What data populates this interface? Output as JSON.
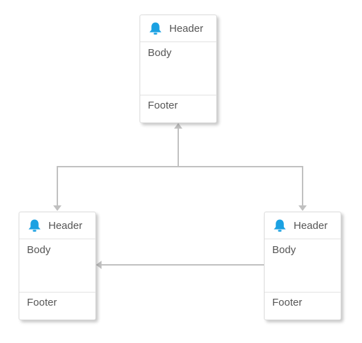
{
  "accent_color": "#1ba1e2",
  "connector_color": "#c0c0c0",
  "nodes": [
    {
      "id": "top",
      "header": "Header",
      "body": "Body",
      "footer": "Footer",
      "icon": "bell-icon"
    },
    {
      "id": "left",
      "header": "Header",
      "body": "Body",
      "footer": "Footer",
      "icon": "bell-icon"
    },
    {
      "id": "right",
      "header": "Header",
      "body": "Body",
      "footer": "Footer",
      "icon": "bell-icon"
    }
  ]
}
